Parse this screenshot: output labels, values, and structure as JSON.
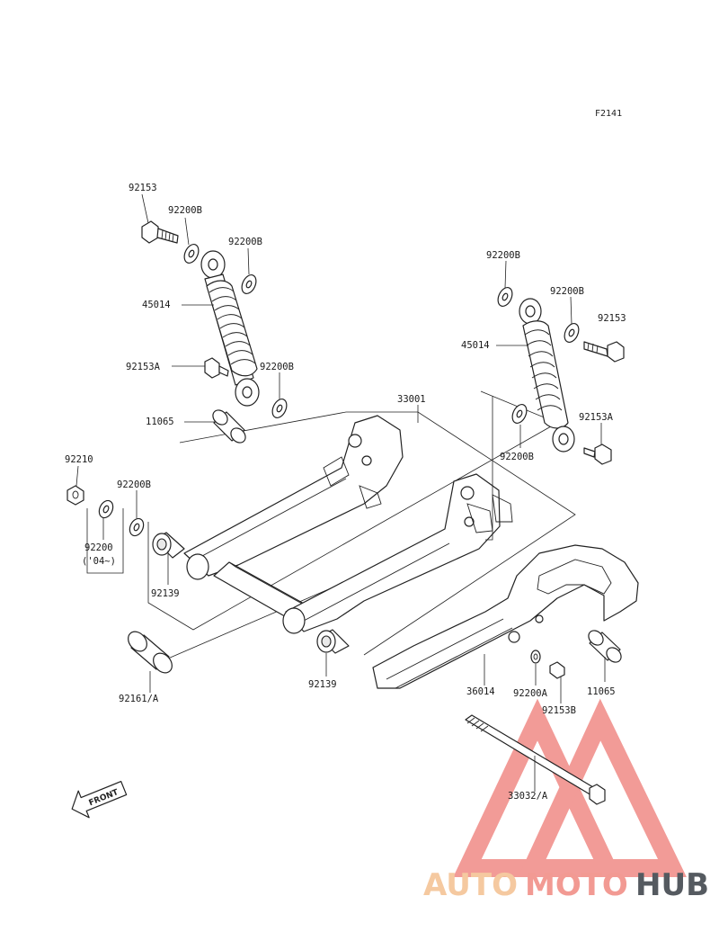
{
  "figure_code": "F2141",
  "labels": {
    "p92153_top": "92153",
    "p92200B_a": "92200B",
    "p92200B_b": "92200B",
    "p45014_left": "45014",
    "p92153A_left": "92153A",
    "p92200B_c": "92200B",
    "p11065_left": "11065",
    "p33001": "33001",
    "p92200B_r1": "92200B",
    "p92200B_r2": "92200B",
    "p92153_right": "92153",
    "p45014_right": "45014",
    "p92153A_right": "92153A",
    "p92200B_r3": "92200B",
    "p92210": "92210",
    "p92200B_d": "92200B",
    "p92200": "92200",
    "p92200_note": "('04~)",
    "p92139_a": "92139",
    "p92139_b": "92139",
    "p92161A": "92161/A",
    "p36014": "36014",
    "p92200A": "92200A",
    "p11065_right": "11065",
    "p92153B": "92153B",
    "p33032A": "33032/A"
  },
  "front_arrow": "FRONT",
  "watermark": {
    "auto": "AUTO",
    "moto": "MOTO",
    "hub": "HUB",
    "color_auto": "#f5c9a0",
    "color_moto": "#f29a93",
    "color_hub": "#555a60",
    "logo_color": "#f08a86"
  }
}
